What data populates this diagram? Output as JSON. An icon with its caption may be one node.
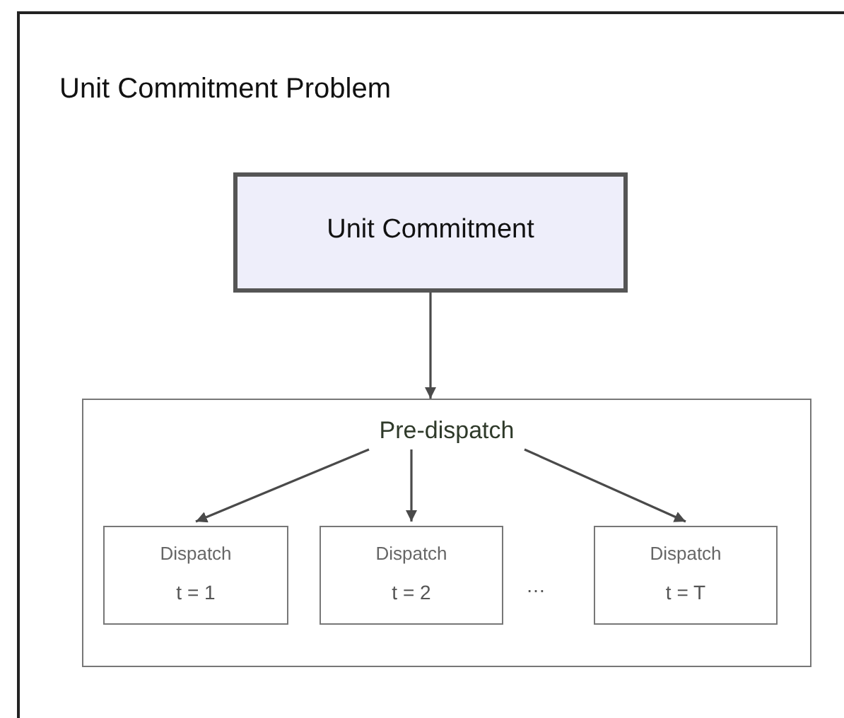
{
  "diagram": {
    "nodes": [
      {
        "text": [
          "Unit Commitment Problem"
        ]
      },
      {
        "text": [
          "Unit Commitment"
        ],
        "in": 0
      },
      {
        "text": [
          "Pre-dispatch"
        ],
        "in": 0
      },
      {
        "text": [
          "Dispatch",
          "t = 1"
        ],
        "in": 2
      },
      {
        "text": [
          "Dispatch",
          "t = 2"
        ],
        "in": 2
      },
      {
        "text": [
          "Dispatch",
          "t = T"
        ],
        "in": 2
      }
    ],
    "edges": [
      {
        "from": 1,
        "to": 2,
        "arrow": "to"
      },
      {
        "from": 2,
        "to": 3,
        "arrow": "to"
      },
      {
        "from": 2,
        "to": 4,
        "arrow": "to"
      },
      {
        "from": 2,
        "to": 5,
        "arrow": "to"
      }
    ],
    "labels": [
      "…"
    ]
  }
}
